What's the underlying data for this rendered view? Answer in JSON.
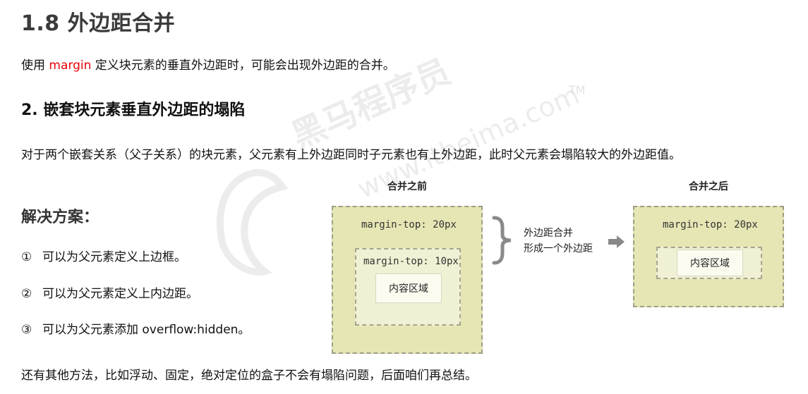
{
  "title": "1.8 外边距合并",
  "intro": {
    "before": "使用 ",
    "highlight": "margin",
    "after": " 定义块元素的垂直外边距时，可能会出现外边距的合并。"
  },
  "section2": {
    "heading": "2. 嵌套块元素垂直外边距的塌陷",
    "desc": "对于两个嵌套关系（父子关系）的块元素，父元素有上外边距同时子元素也有上外边距，此时父元素会塌陷较大的外边距值。"
  },
  "solution": {
    "heading": "解决方案：",
    "items": [
      {
        "num": "①",
        "text": "可以为父元素定义上边框。"
      },
      {
        "num": "②",
        "text": "可以为父元素定义上内边距。"
      },
      {
        "num": "③",
        "text": "可以为父元素添加 overflow:hidden。"
      }
    ]
  },
  "footer": "还有其他方法，比如浮动、固定，绝对定位的盒子不会有塌陷问题，后面咱们再总结。",
  "diagram": {
    "before_label": "合并之前",
    "after_label": "合并之后",
    "outer_margin": "margin-top: 20px",
    "inner_margin": "margin-top: 10px",
    "content": "内容区域",
    "brace_line1": "外边距合并",
    "brace_line2": "形成一个外边距",
    "after_margin": "margin-top: 20px",
    "after_content": "内容区域"
  },
  "watermark": {
    "text": "黑马程序员",
    "url": "www.itheima.com",
    "tm": "TM"
  },
  "colors": {
    "highlight": "#e8000b",
    "box_outer": "#e6e6b4",
    "box_inner": "#f0f0d4"
  }
}
